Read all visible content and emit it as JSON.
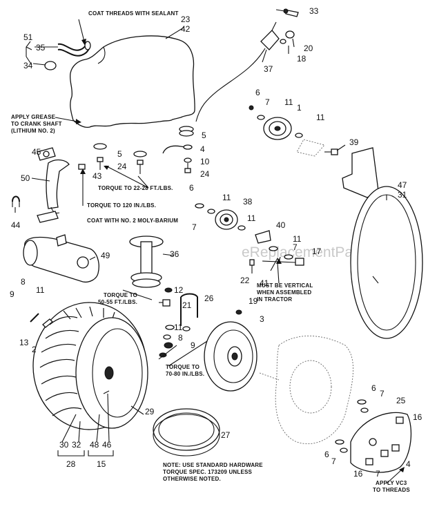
{
  "watermark": "eReplacementParts.com",
  "notes": {
    "coat_threads_sealant": "COAT THREADS WITH SEALANT",
    "grease_1": "APPLY GREASE",
    "grease_2": "TO CRANK SHAFT",
    "grease_3": "(LITHIUM NO. 2)",
    "torque_22_28": "TORQUE TO 22-28 FT./LBS.",
    "torque_120": "TORQUE TO 120 IN./LBS.",
    "moly_barium": "COAT WITH NO. 2 MOLY-BARIUM",
    "vertical_1": "MUST BE VERTICAL",
    "vertical_2": "WHEN ASSEMBLED",
    "vertical_3": "IN TRACTOR",
    "torque_50_1": "TORQUE TO",
    "torque_50_2": "50-55 FT./LBS.",
    "torque_70_1": "TORQUE TO",
    "torque_70_2": "70-80 IN./LBS.",
    "std_1": "NOTE:  USE STANDARD HARDWARE",
    "std_2": "TORQUE SPEC. 173209 UNLESS",
    "std_3": "OTHERWISE NOTED.",
    "vc3_1": "APPLY VC3",
    "vc3_2": "TO THREADS"
  },
  "part_numbers": {
    "p1": "1",
    "p2": "2",
    "p3": "3",
    "p4": "4",
    "p5a": "5",
    "p5b": "5",
    "p6a": "6",
    "p6b": "6",
    "p6c": "6",
    "p6d": "6",
    "p7a": "7",
    "p7b": "7",
    "p7c": "7",
    "p7d": "7",
    "p7e": "7",
    "p8a": "8",
    "p8b": "8",
    "p9a": "9",
    "p9b": "9",
    "p10": "10",
    "p11a": "11",
    "p11b": "11",
    "p11c": "11",
    "p11d": "11",
    "p11e": "11",
    "p11f": "11",
    "p12": "12",
    "p13": "13",
    "p15": "15",
    "p16a": "16",
    "p16b": "16",
    "p17": "17",
    "p18": "18",
    "p19": "19",
    "p20": "20",
    "p21": "21",
    "p22": "22",
    "p23": "23",
    "p24a": "24",
    "p24b": "24",
    "p25": "25",
    "p26": "26",
    "p27": "27",
    "p28": "28",
    "p29": "29",
    "p30": "30",
    "p31": "31",
    "p32": "32",
    "p33": "33",
    "p34": "34",
    "p35": "35",
    "p36": "36",
    "p37": "37",
    "p38": "38",
    "p39": "39",
    "p40": "40",
    "p41": "41",
    "p42": "42",
    "p43": "43",
    "p44": "44",
    "p45": "45",
    "p46": "46",
    "p47": "47",
    "p48": "48",
    "p49": "49",
    "p50": "50",
    "p51": "51"
  }
}
